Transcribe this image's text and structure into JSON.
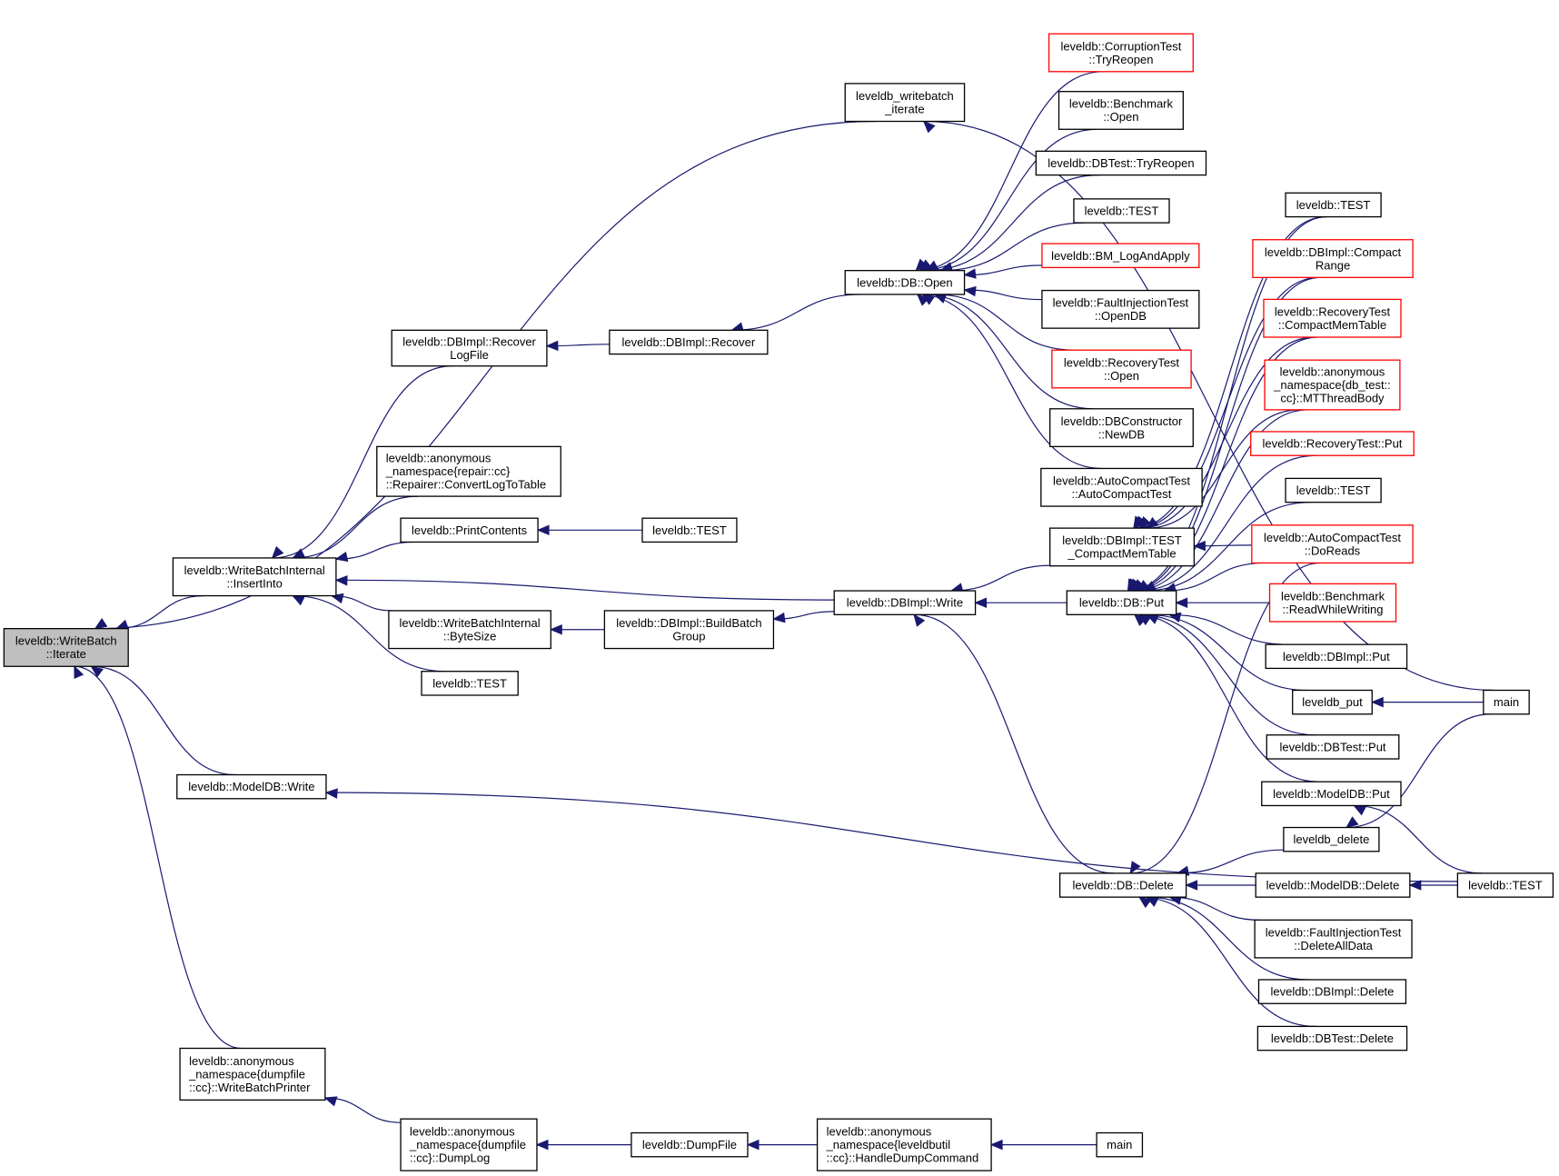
{
  "title": "leveldb::WriteBatch::Iterate caller graph",
  "colors": {
    "edge": "#191970",
    "node_border": "#000000",
    "node_border_incomplete": "#ff0000",
    "root_fill": "#bfbfbf"
  },
  "nodes": [
    {
      "id": "iterate",
      "lines": [
        "leveldb::WriteBatch",
        "::Iterate"
      ],
      "root": true
    },
    {
      "id": "wb_iterate",
      "lines": [
        "leveldb_writebatch",
        "_iterate"
      ]
    },
    {
      "id": "insertinto",
      "lines": [
        "leveldb::WriteBatchInternal",
        "::InsertInto"
      ]
    },
    {
      "id": "modeldb_write",
      "lines": [
        "leveldb::ModelDB::Write"
      ]
    },
    {
      "id": "wbprinter",
      "lines": [
        "leveldb::anonymous",
        "_namespace{dumpfile",
        "::cc}::WriteBatchPrinter"
      ],
      "align": "left"
    },
    {
      "id": "recoverlog",
      "lines": [
        "leveldb::DBImpl::Recover",
        "LogFile"
      ]
    },
    {
      "id": "convertlog",
      "lines": [
        "leveldb::anonymous",
        "_namespace{repair::cc}",
        "::Repairer::ConvertLogToTable"
      ],
      "align": "left"
    },
    {
      "id": "printcontents",
      "lines": [
        "leveldb::PrintContents"
      ]
    },
    {
      "id": "bytesize",
      "lines": [
        "leveldb::WriteBatchInternal",
        "::ByteSize"
      ]
    },
    {
      "id": "test_a",
      "lines": [
        "leveldb::TEST"
      ]
    },
    {
      "id": "dumplog",
      "lines": [
        "leveldb::anonymous",
        "_namespace{dumpfile",
        "::cc}::DumpLog"
      ],
      "align": "left"
    },
    {
      "id": "recover",
      "lines": [
        "leveldb::DBImpl::Recover"
      ]
    },
    {
      "id": "test_b",
      "lines": [
        "leveldb::TEST"
      ]
    },
    {
      "id": "buildbatch",
      "lines": [
        "leveldb::DBImpl::BuildBatch",
        "Group"
      ]
    },
    {
      "id": "dumpfile",
      "lines": [
        "leveldb::DumpFile"
      ]
    },
    {
      "id": "dbopen",
      "lines": [
        "leveldb::DB::Open"
      ]
    },
    {
      "id": "dbimpl_write",
      "lines": [
        "leveldb::DBImpl::Write"
      ]
    },
    {
      "id": "handledump",
      "lines": [
        "leveldb::anonymous",
        "_namespace{leveldbutil",
        "::cc}::HandleDumpCommand"
      ],
      "align": "left"
    },
    {
      "id": "corrupt_reopen",
      "lines": [
        "leveldb::CorruptionTest",
        "::TryReopen"
      ],
      "red": true
    },
    {
      "id": "bench_open",
      "lines": [
        "leveldb::Benchmark",
        "::Open"
      ]
    },
    {
      "id": "dbtest_reopen",
      "lines": [
        "leveldb::DBTest::TryReopen"
      ]
    },
    {
      "id": "test_c",
      "lines": [
        "leveldb::TEST"
      ]
    },
    {
      "id": "bm_log",
      "lines": [
        "leveldb::BM_LogAndApply"
      ],
      "red": true
    },
    {
      "id": "fault_opendb",
      "lines": [
        "leveldb::FaultInjectionTest",
        "::OpenDB"
      ]
    },
    {
      "id": "recov_open",
      "lines": [
        "leveldb::RecoveryTest",
        "::Open"
      ],
      "red": true
    },
    {
      "id": "dbctor_newdb",
      "lines": [
        "leveldb::DBConstructor",
        "::NewDB"
      ]
    },
    {
      "id": "autocompact_ctor",
      "lines": [
        "leveldb::AutoCompactTest",
        "::AutoCompactTest"
      ]
    },
    {
      "id": "test_compactmem",
      "lines": [
        "leveldb::DBImpl::TEST",
        "_CompactMemTable"
      ]
    },
    {
      "id": "dbput",
      "lines": [
        "leveldb::DB::Put"
      ]
    },
    {
      "id": "dbdelete",
      "lines": [
        "leveldb::DB::Delete"
      ]
    },
    {
      "id": "main_a",
      "lines": [
        "main"
      ]
    },
    {
      "id": "test_d",
      "lines": [
        "leveldb::TEST"
      ]
    },
    {
      "id": "compactrange",
      "lines": [
        "leveldb::DBImpl::Compact",
        "Range"
      ],
      "red": true
    },
    {
      "id": "recov_compactmem",
      "lines": [
        "leveldb::RecoveryTest",
        "::CompactMemTable"
      ],
      "red": true
    },
    {
      "id": "mtthread",
      "lines": [
        "leveldb::anonymous",
        "_namespace{db_test::",
        "cc}::MTThreadBody"
      ],
      "red": true
    },
    {
      "id": "recov_put",
      "lines": [
        "leveldb::RecoveryTest::Put"
      ],
      "red": true
    },
    {
      "id": "test_e",
      "lines": [
        "leveldb::TEST"
      ]
    },
    {
      "id": "doreads",
      "lines": [
        "leveldb::AutoCompactTest",
        "::DoReads"
      ],
      "red": true
    },
    {
      "id": "readwhilewriting",
      "lines": [
        "leveldb::Benchmark",
        "::ReadWhileWriting"
      ],
      "red": true
    },
    {
      "id": "dbimpl_put",
      "lines": [
        "leveldb::DBImpl::Put"
      ]
    },
    {
      "id": "leveldb_put",
      "lines": [
        "leveldb_put"
      ]
    },
    {
      "id": "dbtest_put",
      "lines": [
        "leveldb::DBTest::Put"
      ]
    },
    {
      "id": "modeldb_put",
      "lines": [
        "leveldb::ModelDB::Put"
      ]
    },
    {
      "id": "leveldb_delete",
      "lines": [
        "leveldb_delete"
      ]
    },
    {
      "id": "modeldb_delete",
      "lines": [
        "leveldb::ModelDB::Delete"
      ]
    },
    {
      "id": "fault_deleteall",
      "lines": [
        "leveldb::FaultInjectionTest",
        "::DeleteAllData"
      ]
    },
    {
      "id": "dbimpl_delete",
      "lines": [
        "leveldb::DBImpl::Delete"
      ]
    },
    {
      "id": "dbtest_delete",
      "lines": [
        "leveldb::DBTest::Delete"
      ]
    },
    {
      "id": "main_b",
      "lines": [
        "main"
      ]
    },
    {
      "id": "test_f",
      "lines": [
        "leveldb::TEST"
      ]
    }
  ],
  "edges": [
    [
      "wb_iterate",
      "iterate"
    ],
    [
      "insertinto",
      "iterate"
    ],
    [
      "modeldb_write",
      "iterate"
    ],
    [
      "wbprinter",
      "iterate"
    ],
    [
      "recoverlog",
      "insertinto"
    ],
    [
      "convertlog",
      "insertinto"
    ],
    [
      "printcontents",
      "insertinto"
    ],
    [
      "dbimpl_write",
      "insertinto"
    ],
    [
      "bytesize",
      "insertinto"
    ],
    [
      "test_a",
      "insertinto"
    ],
    [
      "recover",
      "recoverlog"
    ],
    [
      "test_b",
      "printcontents"
    ],
    [
      "buildbatch",
      "bytesize"
    ],
    [
      "dbimpl_write",
      "buildbatch"
    ],
    [
      "dumplog",
      "wbprinter"
    ],
    [
      "dumpfile",
      "dumplog"
    ],
    [
      "handledump",
      "dumpfile"
    ],
    [
      "main_b",
      "handledump"
    ],
    [
      "dbopen",
      "recover"
    ],
    [
      "corrupt_reopen",
      "dbopen"
    ],
    [
      "bench_open",
      "dbopen"
    ],
    [
      "dbtest_reopen",
      "dbopen"
    ],
    [
      "test_c",
      "dbopen"
    ],
    [
      "bm_log",
      "dbopen"
    ],
    [
      "fault_opendb",
      "dbopen"
    ],
    [
      "recov_open",
      "dbopen"
    ],
    [
      "dbctor_newdb",
      "dbopen"
    ],
    [
      "autocompact_ctor",
      "dbopen"
    ],
    [
      "test_compactmem",
      "dbimpl_write"
    ],
    [
      "dbput",
      "dbimpl_write"
    ],
    [
      "dbdelete",
      "dbimpl_write"
    ],
    [
      "test_d",
      "test_compactmem"
    ],
    [
      "compactrange",
      "test_compactmem"
    ],
    [
      "recov_compactmem",
      "test_compactmem"
    ],
    [
      "mtthread",
      "test_compactmem"
    ],
    [
      "doreads",
      "test_compactmem"
    ],
    [
      "recov_put",
      "dbput"
    ],
    [
      "test_e",
      "dbput"
    ],
    [
      "doreads",
      "dbput"
    ],
    [
      "readwhilewriting",
      "dbput"
    ],
    [
      "dbimpl_put",
      "dbput"
    ],
    [
      "leveldb_put",
      "dbput"
    ],
    [
      "dbtest_put",
      "dbput"
    ],
    [
      "modeldb_put",
      "dbput"
    ],
    [
      "mtthread",
      "dbput"
    ],
    [
      "recov_compactmem",
      "dbput"
    ],
    [
      "test_d",
      "dbput"
    ],
    [
      "compactrange",
      "dbput"
    ],
    [
      "main_a",
      "leveldb_put"
    ],
    [
      "main_a",
      "wb_iterate"
    ],
    [
      "main_a",
      "leveldb_delete"
    ],
    [
      "leveldb_delete",
      "dbdelete"
    ],
    [
      "modeldb_delete",
      "dbdelete"
    ],
    [
      "fault_deleteall",
      "dbdelete"
    ],
    [
      "dbimpl_delete",
      "dbdelete"
    ],
    [
      "dbtest_delete",
      "dbdelete"
    ],
    [
      "doreads",
      "dbdelete"
    ],
    [
      "test_f",
      "modeldb_delete"
    ],
    [
      "test_f",
      "modeldb_put"
    ],
    [
      "test_f",
      "modeldb_write"
    ]
  ]
}
